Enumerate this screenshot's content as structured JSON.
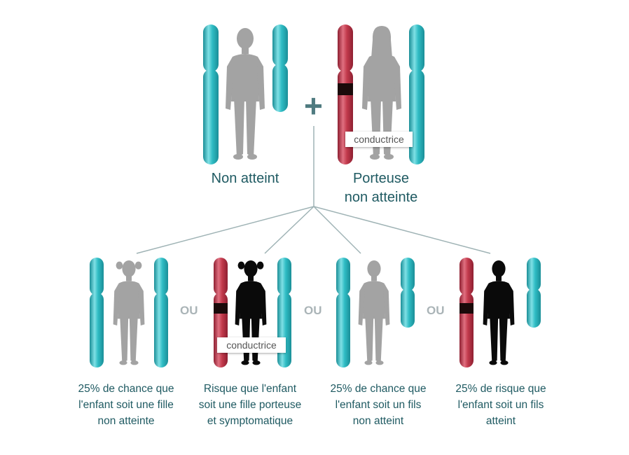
{
  "colors": {
    "teal": "#2fbcc4",
    "red": "#c23a4c",
    "gene": "#1a0a0a",
    "grey": "#a3a3a3",
    "black": "#0a0a0a",
    "text": "#1f5a62",
    "line": "#9fb3b5"
  },
  "parents": {
    "father_label": "Non atteint",
    "mother_label_line1": "Porteuse",
    "mother_label_line2": "non atteinte",
    "plus": "+",
    "carrier_tag": "conductrice"
  },
  "separator": "OU",
  "children": [
    {
      "caption": [
        "25% de chance que",
        "l'enfant soit une fille",
        "non atteinte"
      ]
    },
    {
      "caption": [
        "Risque que l'enfant",
        "soit une fille porteuse",
        "et symptomatique"
      ],
      "tag": "conductrice"
    },
    {
      "caption": [
        "25% de chance que",
        "l'enfant soit un fils",
        "non atteint"
      ]
    },
    {
      "caption": [
        "25% de risque que",
        "l'enfant soit un fils",
        "atteint"
      ]
    }
  ]
}
